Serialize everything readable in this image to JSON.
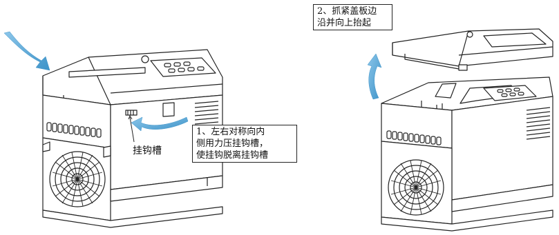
{
  "figure": {
    "step1": {
      "lines": [
        "1、左右对称向内",
        "侧用力压挂钩槽，",
        "使挂钩脱离挂钩槽"
      ]
    },
    "slot_label": "挂钩槽",
    "step2": {
      "lines": [
        "2、抓紧盖板边",
        "沿并向上抬起"
      ]
    },
    "colors": {
      "arrow": "#5aa7d3",
      "line": "#222222",
      "fill": "#ffffff"
    },
    "icons": [
      "curved-arrow-icon",
      "fan-grille-icon",
      "keypad-icon"
    ]
  }
}
